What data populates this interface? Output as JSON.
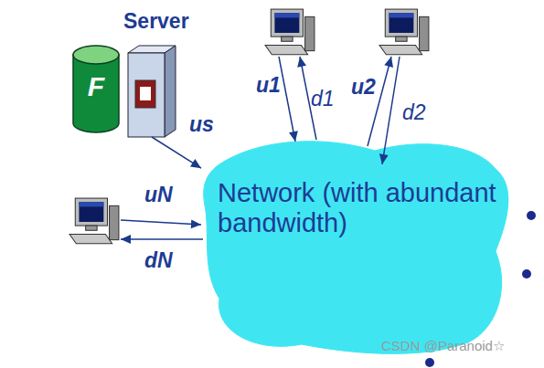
{
  "diagram": {
    "nodes": [
      {
        "text": [
          "Server"
        ]
      },
      {
        "text": [
          "F"
        ]
      },
      {
        "text": [
          "Network (with abundant bandwidth)"
        ]
      }
    ],
    "edges": [
      {
        "from": 0,
        "to": 2,
        "arrow": "to",
        "label": "us"
      }
    ],
    "labels": [
      "u1",
      "d1",
      "u2",
      "d2",
      "uN",
      "dN",
      "CSDN @Paranoid☆"
    ]
  }
}
